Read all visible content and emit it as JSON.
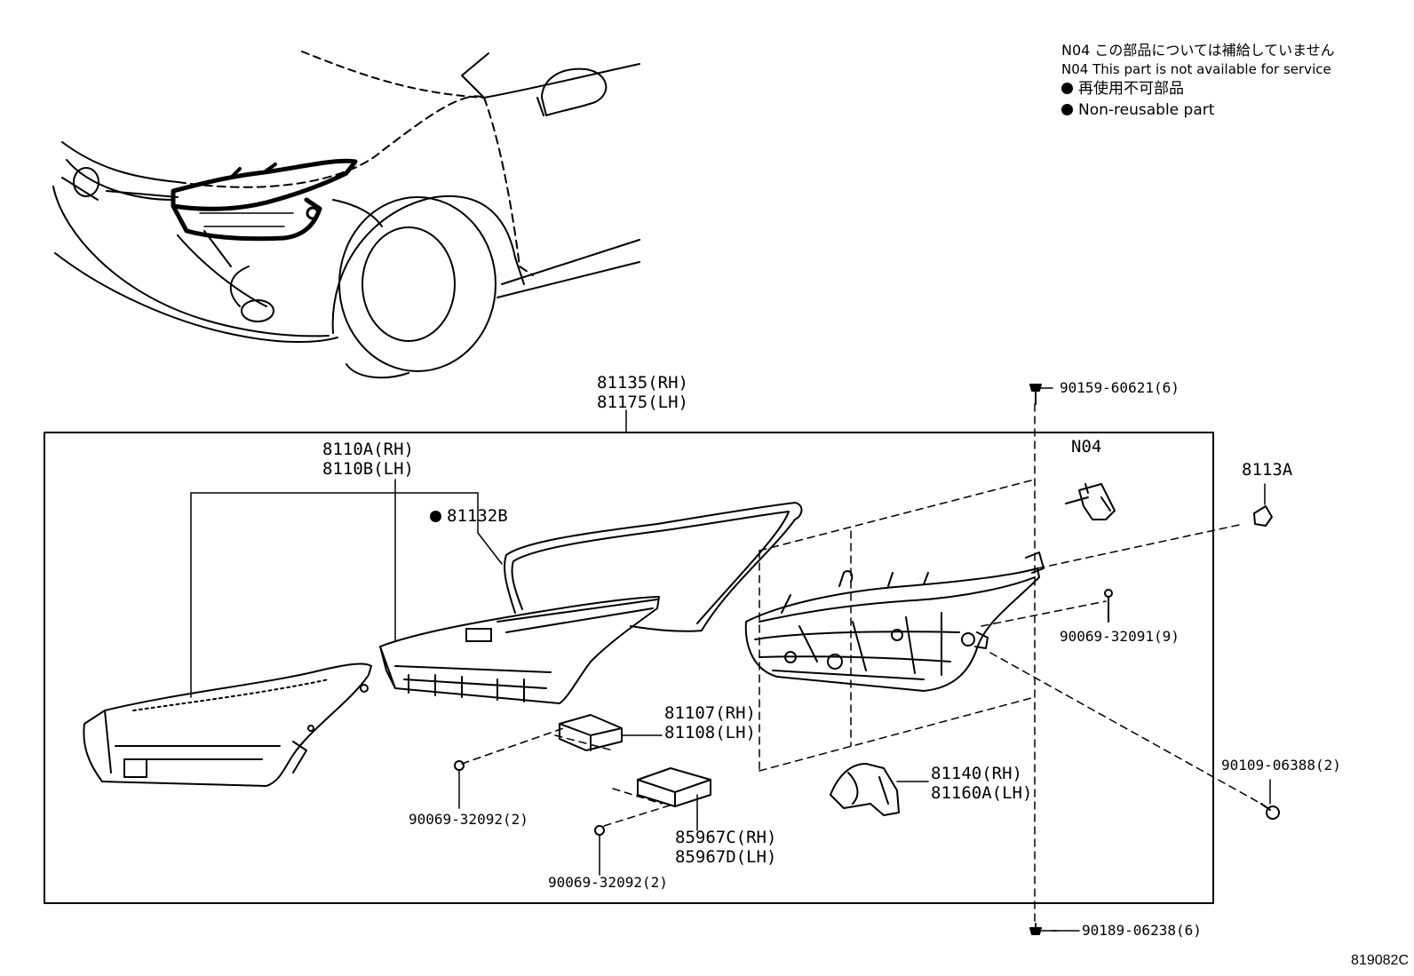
{
  "legend": {
    "n04_jp": "N04 この部品については補給していません",
    "n04_en": "N04 This part is not available for service",
    "nonreusable_jp": "再使用不可部品",
    "nonreusable_en": "Non-reusable part"
  },
  "callouts": {
    "assy_rh": "81135(RH)",
    "assy_lh": "81175(LH)",
    "lens_rh": "8110A(RH)",
    "lens_lh": "8110B(LH)",
    "gasket": "81132B",
    "screw_top": "90159-60621(6)",
    "n04": "N04",
    "socket": "8113A",
    "screw_9": "90069-32091(9)",
    "ecu_rh": "81107(RH)",
    "ecu_lh": "81108(LH)",
    "bracket_rh": "81140(RH)",
    "bracket_lh": "81160A(LH)",
    "screw_left": "90069-32092(2)",
    "module_rh": "85967C(RH)",
    "module_lh": "85967D(LH)",
    "screw_mid": "90069-32092(2)",
    "nut": "90109-06388(2)",
    "screw_bottom": "90189-06238(6)"
  },
  "figure_id": "819082C"
}
